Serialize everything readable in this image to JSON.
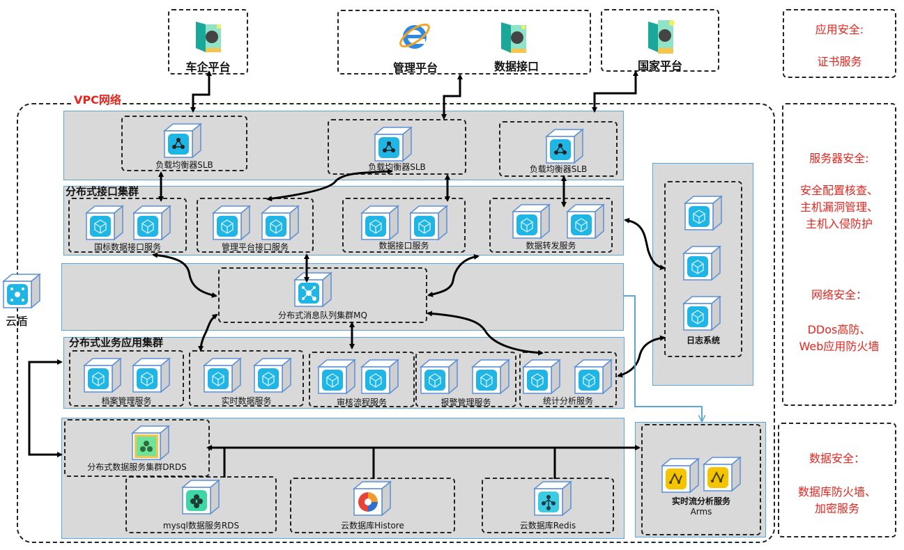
{
  "external": {
    "car_platform": "车企平台",
    "mgmt_platform": "管理平台",
    "data_interface": "数据接口",
    "national_platform": "国家平台"
  },
  "vpc_label": "VPC网络",
  "yundun": "云盾",
  "slb": [
    "负载均衡器SLB",
    "负载均衡器SLB",
    "负载均衡器SLB"
  ],
  "interface_cluster": {
    "title": "分布式接口集群",
    "services": [
      "国标数据接口服务",
      "管理平台接口服务",
      "数据接口服务",
      "数据转发服务"
    ]
  },
  "mq": "分布式消息队列集群MQ",
  "business_cluster": {
    "title": "分布式业务应用集群",
    "services": [
      "档案管理服务",
      "实时数据服务",
      "审核流程服务",
      "报警管理服务",
      "统计分析服务"
    ]
  },
  "log_system": "日志系统",
  "data_layer": {
    "drds": "分布式数据服务集群DRDS",
    "rds": "mysql数据服务RDS",
    "histore": "云数据库Histore",
    "redis": "云数据库Redis"
  },
  "arms": {
    "line1": "实时流分析服务",
    "line2": "Arms"
  },
  "security": {
    "app": {
      "title": "应用安全:",
      "items": [
        "证书服务"
      ]
    },
    "server": {
      "title": "服务器安全:",
      "items": [
        "安全配置核查、",
        "主机漏洞管理、",
        "主机入侵防护"
      ]
    },
    "network": {
      "title": "网络安全：",
      "items": [
        "DDos高防、",
        "Web应用防火墙"
      ]
    },
    "data": {
      "title": "数据安全：",
      "items": [
        "数据库防火墙、",
        "加密服务"
      ]
    }
  },
  "colors": {
    "accent_red": "#e8241d",
    "band_gray": "#d9d9d9",
    "band_border": "#5aa6d6",
    "icon_blue": "#1fb6e6",
    "icon_yellow": "#f5c400"
  }
}
